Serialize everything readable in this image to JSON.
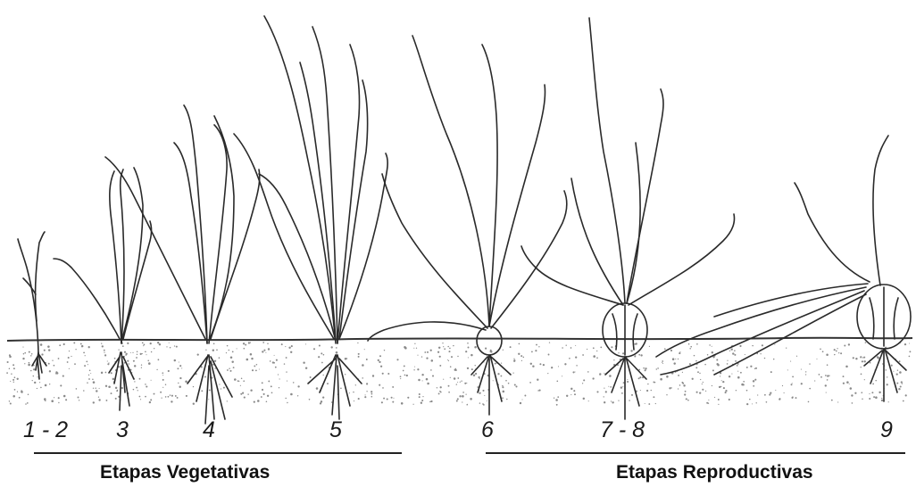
{
  "stages": [
    {
      "id": "s1",
      "label": "1 - 2"
    },
    {
      "id": "s3",
      "label": "3"
    },
    {
      "id": "s4",
      "label": "4"
    },
    {
      "id": "s5",
      "label": "5"
    },
    {
      "id": "s6",
      "label": "6"
    },
    {
      "id": "s78",
      "label": "7 - 8"
    },
    {
      "id": "s9",
      "label": "9"
    }
  ],
  "phases": {
    "vegetative": "Etapas Vegetativas",
    "reproductive": "Etapas Reproductivas"
  },
  "colors": {
    "ink": "#2a2a2a",
    "soil_speckle": "#8a8a8a",
    "background": "#ffffff"
  }
}
